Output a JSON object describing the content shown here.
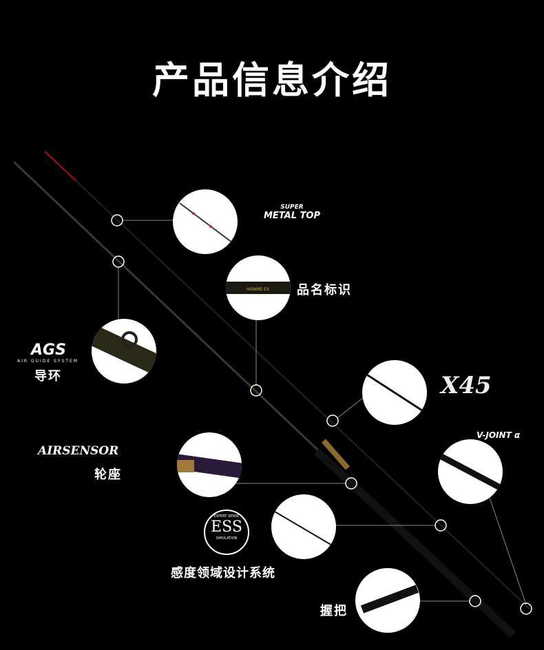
{
  "title": "产品信息介绍",
  "features": {
    "tip": {
      "logo_line1": "SUPER",
      "logo_line2": "METAL TOP"
    },
    "name": {
      "label": "品名标识",
      "engraving": "HIRAME EX"
    },
    "guide": {
      "logo": "AGS",
      "logo_sub": "AIR GUIDE SYSTEM",
      "label": "导环"
    },
    "x45": {
      "logo": "X45"
    },
    "reel_seat": {
      "logo": "AIRSENSOR",
      "label": "轮座"
    },
    "joint": {
      "logo": "V-JOINT α"
    },
    "ess": {
      "logo": "ESS",
      "logo_ring_top": "EXPERT SENSE",
      "logo_ring_bottom": "SIMULATION",
      "label": "感度领域设计系统"
    },
    "grip": {
      "label": "握把"
    }
  }
}
